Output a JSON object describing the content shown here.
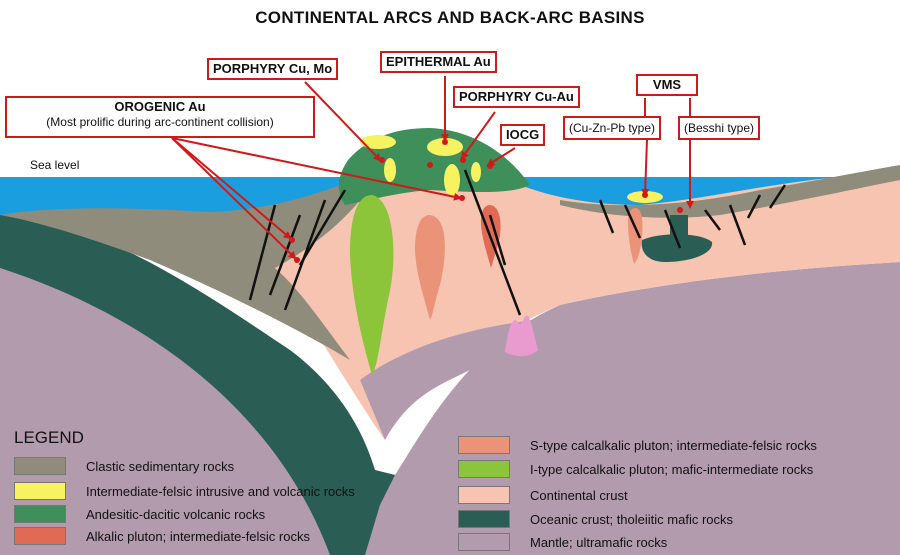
{
  "title": "CONTINENTAL  ARCS AND BACK-ARC BASINS",
  "sea_level": "Sea level",
  "labels": {
    "orogenic_title": "OROGENIC   Au",
    "orogenic_note": "(Most prolific during arc-continent collision)",
    "porphyry_cu_mo": "PORPHYRY Cu, Mo",
    "epithermal_au": "EPITHERMAL Au",
    "porphyry_cu_au": "PORPHYRY Cu-Au",
    "iocg": "IOCG",
    "vms": "VMS",
    "vms_cuznpb": "(Cu-Zn-Pb type)",
    "vms_besshi": "(Besshi type)"
  },
  "legend": {
    "title": "LEGEND",
    "items": [
      {
        "label": "Clastic sedimentary rocks",
        "color": "#8f8c7c"
      },
      {
        "label": "Intermediate-felsic intrusive and volcanic rocks",
        "color": "#f7f262"
      },
      {
        "label": "Andesitic-dacitic volcanic rocks",
        "color": "#3f8f5a"
      },
      {
        "label": "Alkalic pluton; intermediate-felsic rocks",
        "color": "#e16a55"
      },
      {
        "label": "S-type calcalkalic pluton; intermediate-felsic rocks",
        "color": "#eb9378"
      },
      {
        "label": "I-type calcalkalic pluton; mafic-intermediate rocks",
        "color": "#8cc43a"
      },
      {
        "label": "Continental crust",
        "color": "#f6c4b0"
      },
      {
        "label": "Oceanic crust; tholeiitic mafic rocks",
        "color": "#2a5e55"
      },
      {
        "label": "Mantle; ultramafic rocks",
        "color": "#b39bae"
      }
    ]
  },
  "colors": {
    "sea": "#1b9ee0",
    "arrow": "#d01a1a",
    "ore_dot": "#d01a1a",
    "box_border": "#d01a1a",
    "fault": "#111111",
    "pink_intrusion": "#e99bd0"
  }
}
